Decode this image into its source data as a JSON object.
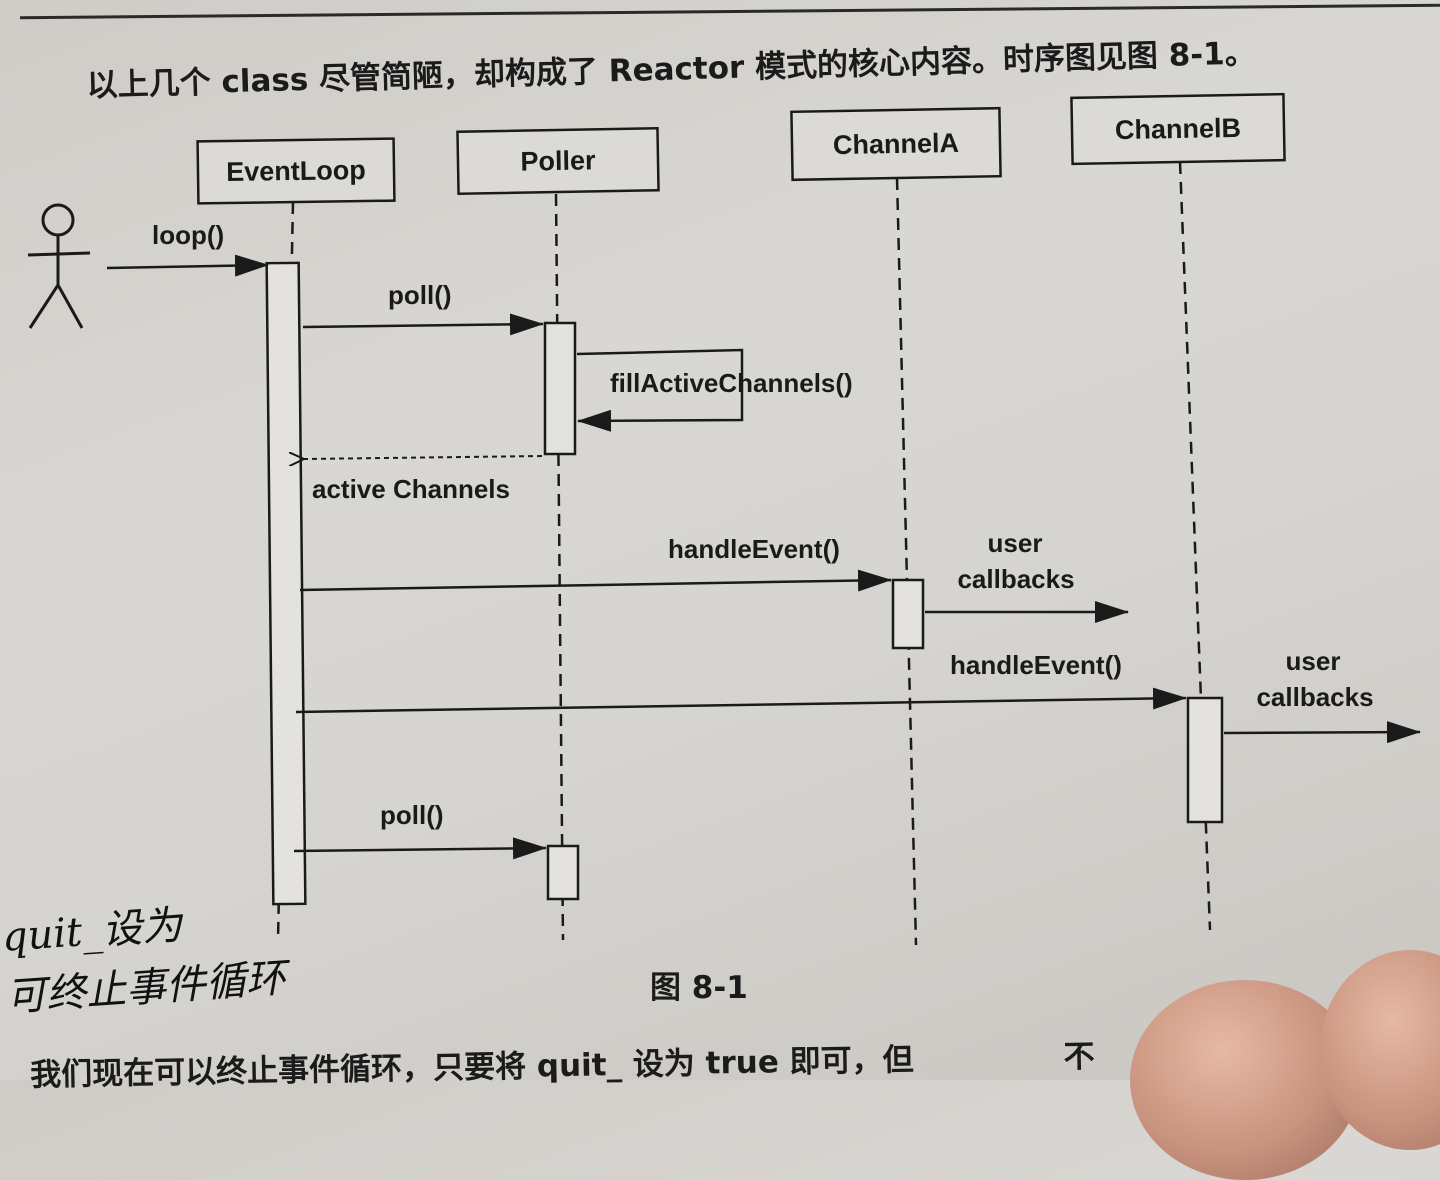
{
  "intro_text": "以上几个 class 尽管简陋，却构成了 Reactor 模式的核心内容。时序图见图 8-1。",
  "lifelines": [
    {
      "id": "eventloop",
      "label": "EventLoop"
    },
    {
      "id": "poller",
      "label": "Poller"
    },
    {
      "id": "channelA",
      "label": "ChannelA"
    },
    {
      "id": "channelB",
      "label": "ChannelB"
    }
  ],
  "messages": {
    "loop": "loop()",
    "poll1": "poll()",
    "fill": "fillActiveChannels()",
    "active": "active Channels",
    "handleA": "handleEvent()",
    "userA_line1": "user",
    "userA_line2": "callbacks",
    "handleB": "handleEvent()",
    "userB_line1": "user",
    "userB_line2": "callbacks",
    "poll2": "poll()"
  },
  "figure_caption": "图 8-1",
  "handwritten_note": {
    "line1": "quit_设为",
    "line2": "可终止事件循环"
  },
  "bottom_text": "我们现在可以终止事件循环，只要将 quit_ 设为 true 即可，但",
  "bottom_text_tail": "不"
}
